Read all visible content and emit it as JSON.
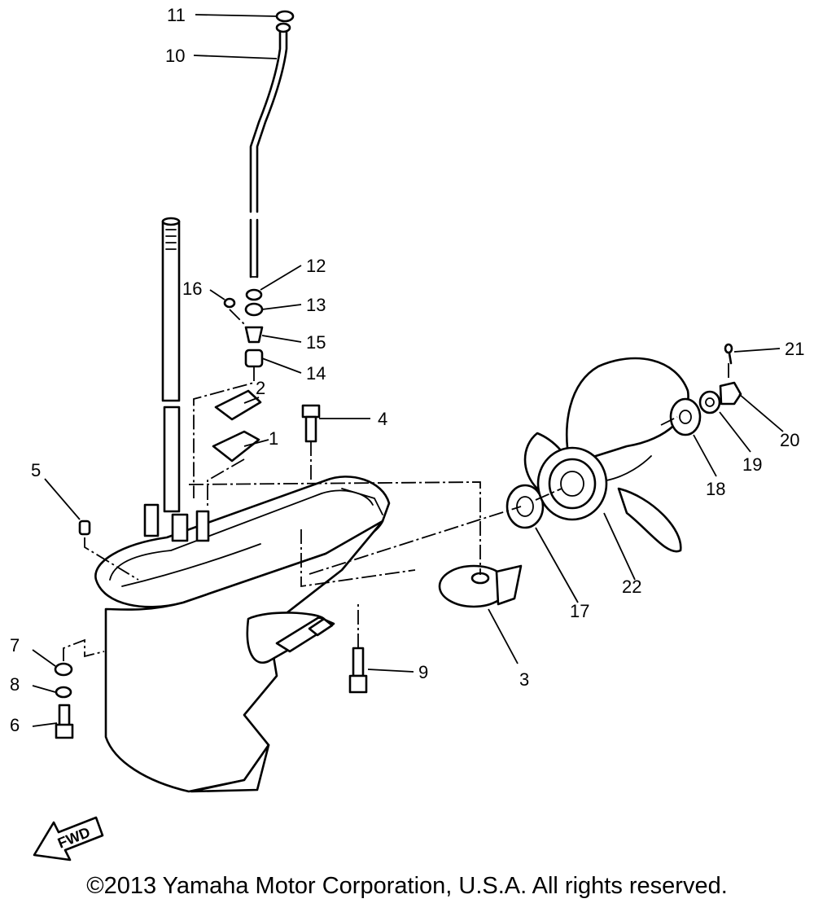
{
  "diagram": {
    "callouts": {
      "c1": "1",
      "c2": "2",
      "c3": "3",
      "c4": "4",
      "c5": "5",
      "c6": "6",
      "c7": "7",
      "c8": "8",
      "c9": "9",
      "c10": "10",
      "c11": "11",
      "c12": "12",
      "c13": "13",
      "c14": "14",
      "c15": "15",
      "c16": "16",
      "c17": "17",
      "c18": "18",
      "c19": "19",
      "c20": "20",
      "c21": "21",
      "c22": "22"
    },
    "direction_label": "FWD",
    "copyright": "©2013 Yamaha Motor Corporation, U.S.A. All rights reserved."
  }
}
